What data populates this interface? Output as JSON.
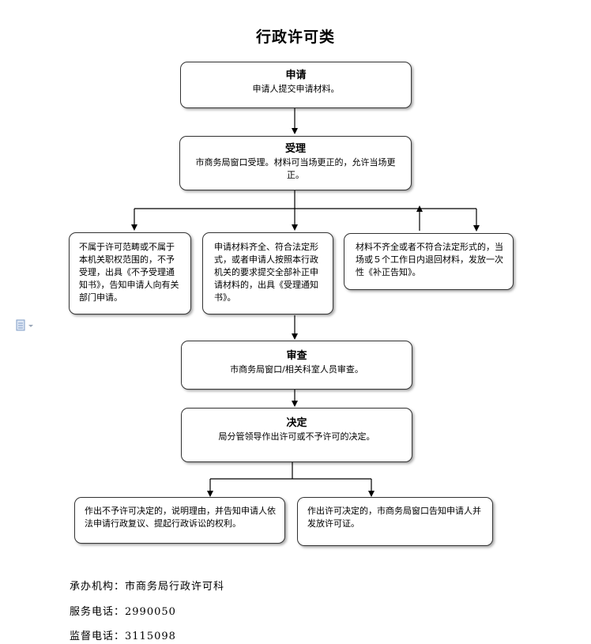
{
  "title": "行政许可类",
  "steps": {
    "apply": {
      "head": "申请",
      "body": "申请人提交申请材料。"
    },
    "accept": {
      "head": "受理",
      "body": "市商务局窗口受理。材料可当场更正的，允许当场更正。"
    },
    "review": {
      "head": "审查",
      "body": "市商务局窗口/相关科室人员审查。"
    },
    "decide": {
      "head": "决定",
      "body": "局分管领导作出许可或不予许可的决定。"
    }
  },
  "branches": {
    "out_of_scope": "不属于许可范畴或不属于本机关职权范围的，不予受理，出具《不予受理通知书》，告知申请人向有关部门申请。",
    "complete": "申请材料齐全、符合法定形式，或者申请人按照本行政机关的要求提交全部补正申请材料的，出具《受理通知书》。",
    "incomplete": "材料不齐全或者不符合法定形式的，当场或５个工作日内退回材料，发放一次性《补正告知》。",
    "deny": "作出不予许可决定的，说明理由，并告知申请人依法申请行政复议、提起行政诉讼的权利。",
    "grant": "作出许可决定的，市商务局窗口告知申请人并发放许可证。"
  },
  "footer": {
    "agency": "承办机构：市商务局行政许可科",
    "service_phone": "服务电话：2990050",
    "supervise_phone": "监督电话：3115098"
  },
  "icons": {
    "doc": "document-icon"
  }
}
